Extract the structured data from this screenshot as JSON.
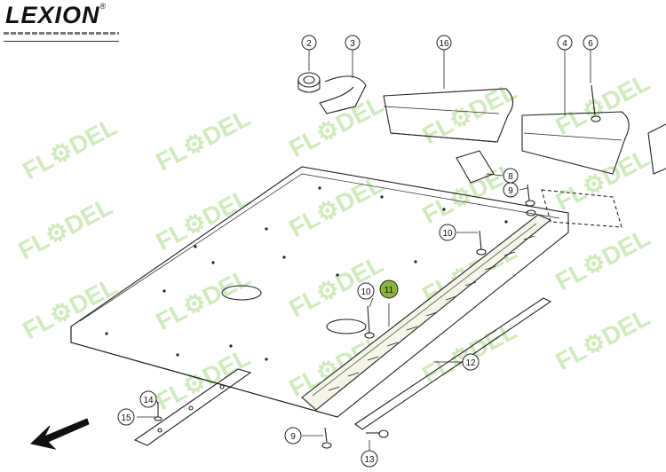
{
  "brand": {
    "name": "LEXION",
    "mark": "®"
  },
  "watermark": "FL⚙DEL",
  "part_numbers": [
    "2",
    "3",
    "16",
    "4",
    "6",
    "8",
    "9",
    "10",
    "11",
    "10",
    "12",
    "14",
    "15",
    "9",
    "13"
  ],
  "highlight_color": "#8cb33a"
}
